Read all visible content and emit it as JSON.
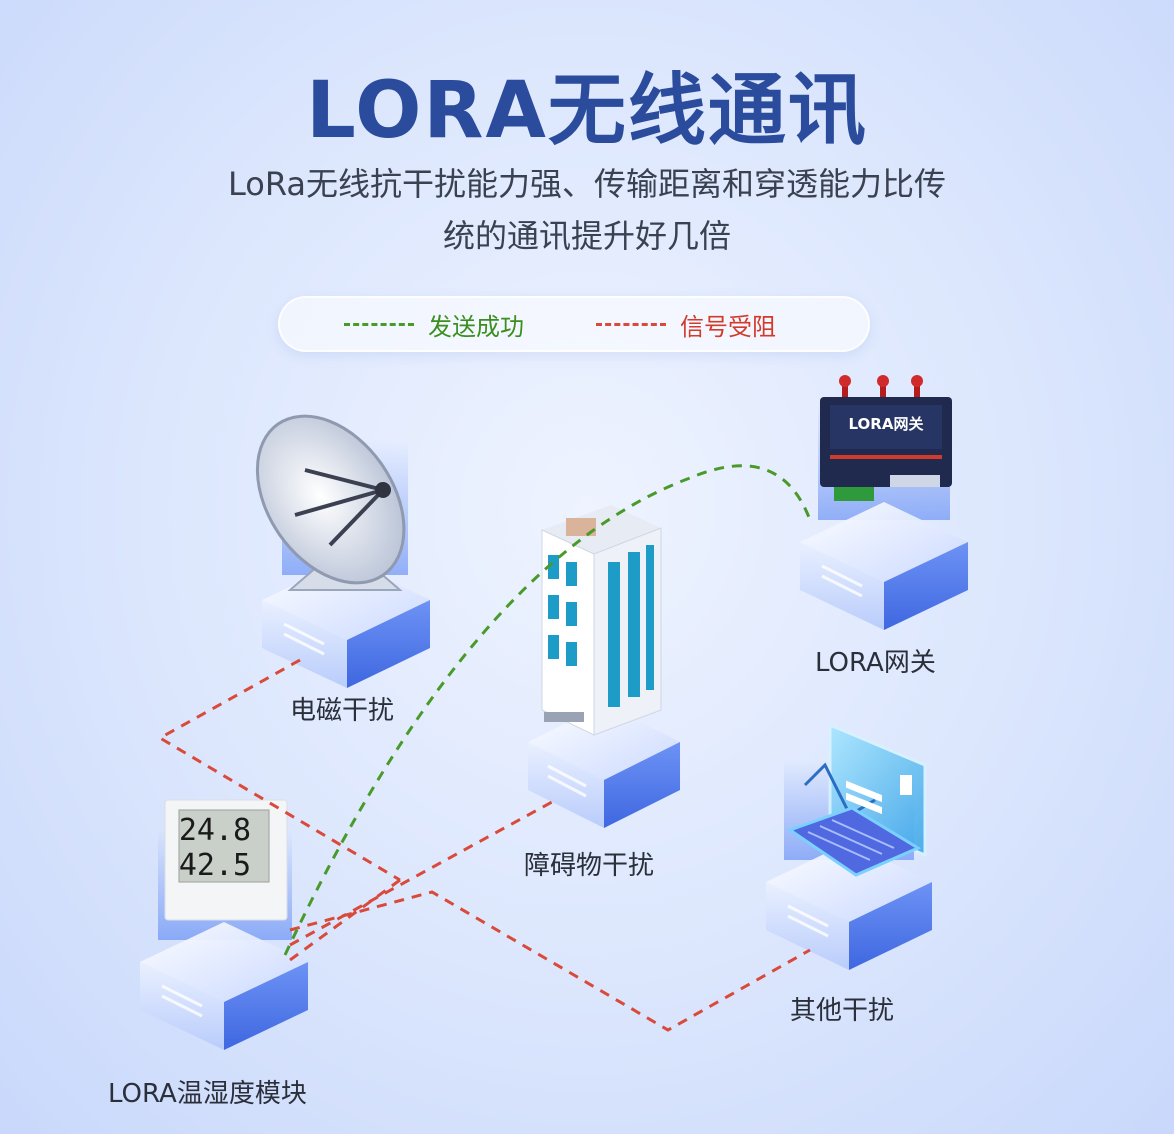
{
  "title": "LORA无线通讯",
  "subtitle_line1": "LoRa无线抗干扰能力强、传输距离和穿透能力比传",
  "subtitle_line2": "统的通讯提升好几倍",
  "legend": {
    "success": "发送成功",
    "blocked": "信号受阻"
  },
  "nodes": {
    "satellite": "电磁干扰",
    "building": "障碍物干扰",
    "gateway": "LORA网关",
    "other": "其他干扰",
    "sensor": "LORA温湿度模块"
  },
  "gateway_device_label": "LORA网关",
  "sensor_readings": {
    "temperature": "24.8",
    "humidity": "42.5"
  },
  "colors": {
    "success_line": "#4a9a2a",
    "blocked_line": "#d94a3a",
    "title": "#2b4c9c",
    "platform": "#5b84f0"
  }
}
